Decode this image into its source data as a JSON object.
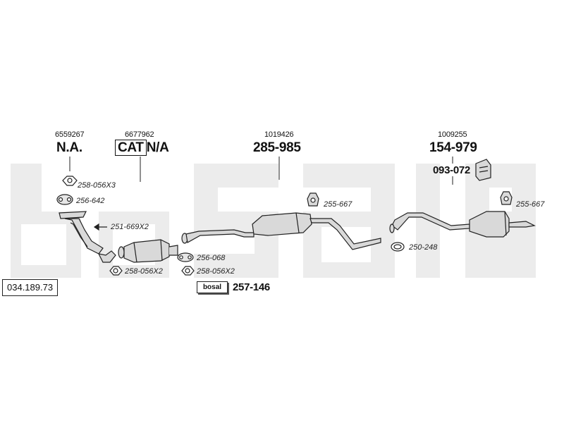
{
  "catalog_number": "034.189.73",
  "watermark": "bosal",
  "sections": [
    {
      "oe_number": "6559267",
      "part": "N.A."
    },
    {
      "oe_number": "6677962",
      "part_boxed": "CAT",
      "part_suffix": "N/A"
    },
    {
      "oe_number": "1019426",
      "part": "285-985"
    },
    {
      "oe_number": "1009255",
      "part": "154-979",
      "bracket_part": "093-072"
    }
  ],
  "fittings": [
    {
      "ref": "258-056X3",
      "icon": "nut-icon"
    },
    {
      "ref": "256-642",
      "icon": "gasket-icon"
    },
    {
      "ref": "251-669X2",
      "icon": "arrow-icon"
    },
    {
      "ref": "258-056X2",
      "icon": "nut-icon"
    },
    {
      "ref": "256-068",
      "icon": "gasket-icon"
    },
    {
      "ref": "258-056X2",
      "icon": "nut-icon"
    },
    {
      "ref": "255-667",
      "icon": "rubber-hanger-icon"
    },
    {
      "ref": "250-248",
      "icon": "clamp-icon"
    },
    {
      "ref": "255-667",
      "icon": "rubber-hanger-icon"
    }
  ],
  "mounting_kit": {
    "brand": "bosal",
    "part": "257-146"
  },
  "colors": {
    "watermark": "#ececec",
    "line": "#222222",
    "part_fill": "#d9d9d9"
  }
}
